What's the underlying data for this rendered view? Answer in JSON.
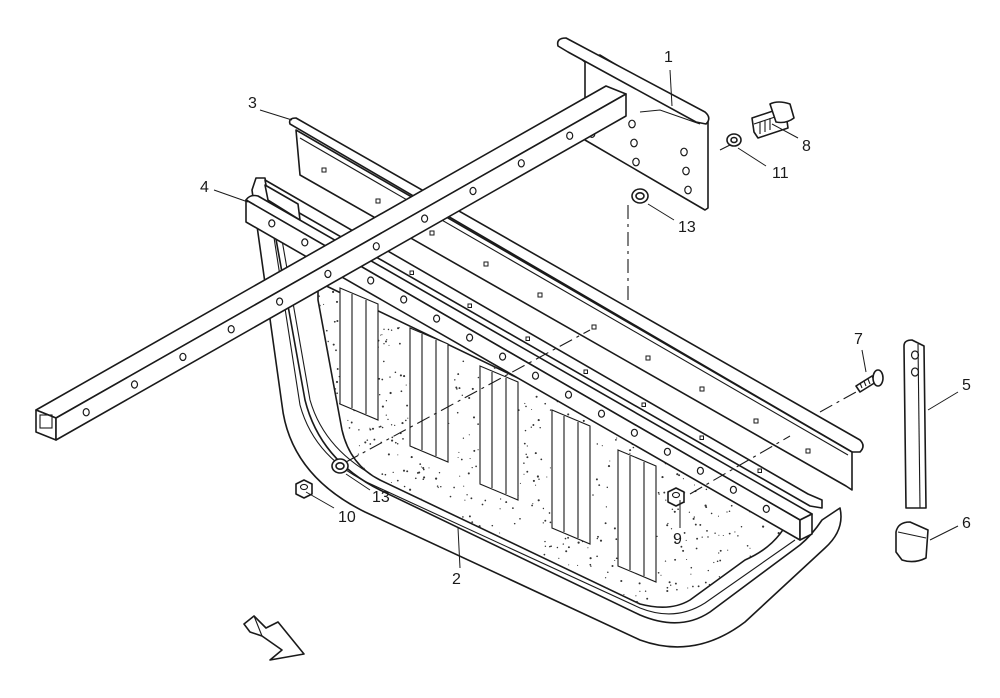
{
  "callouts": [
    {
      "id": "p1",
      "label": "1"
    },
    {
      "id": "p2",
      "label": "2"
    },
    {
      "id": "p3",
      "label": "3"
    },
    {
      "id": "p4",
      "label": "4"
    },
    {
      "id": "p5",
      "label": "5"
    },
    {
      "id": "p6",
      "label": "6"
    },
    {
      "id": "p7",
      "label": "7"
    },
    {
      "id": "p8",
      "label": "8"
    },
    {
      "id": "p9",
      "label": "9"
    },
    {
      "id": "p10",
      "label": "10"
    },
    {
      "id": "p11",
      "label": "11"
    },
    {
      "id": "p13a",
      "label": "13"
    },
    {
      "id": "p13b",
      "label": "13"
    }
  ],
  "icons": {
    "direction_arrow": "forward-direction-arrow-icon"
  },
  "colors": {
    "line": "#1a1a1a",
    "background": "#ffffff"
  }
}
